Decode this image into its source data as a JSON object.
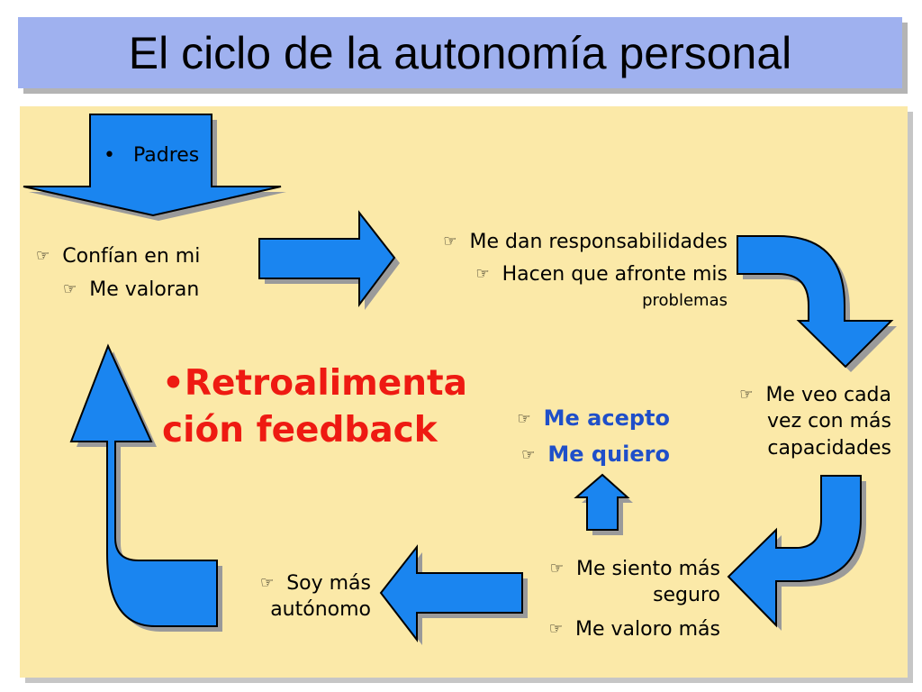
{
  "title": "El ciclo de la autonomía personal",
  "colors": {
    "title_bg": "#9fb1ef",
    "panel_bg": "#fbe9a8",
    "arrow_fill": "#1a85f0",
    "feedback_text": "#ee1a12",
    "accept_text": "#1f4fc9"
  },
  "bullet_icon": "pointing-hand-icon",
  "nodes": {
    "padres": "Padres",
    "confian": "Confían en mi",
    "me_valoran": "Me valoran",
    "responsabilidades": "Me dan responsabilidades",
    "afronte": "Hacen que afronte mis",
    "problemas": "problemas",
    "capacidades": [
      "Me veo cada",
      "vez con más",
      "capacidades"
    ],
    "seguro": [
      "Me siento más",
      "seguro"
    ],
    "valoro_mas": "Me valoro más",
    "autonomo": [
      "Soy más",
      "autónomo"
    ],
    "acepto": "Me acepto",
    "quiero": "Me quiero"
  },
  "feedback": {
    "line1": "•Retroalimenta",
    "line2": "ción feedback"
  }
}
